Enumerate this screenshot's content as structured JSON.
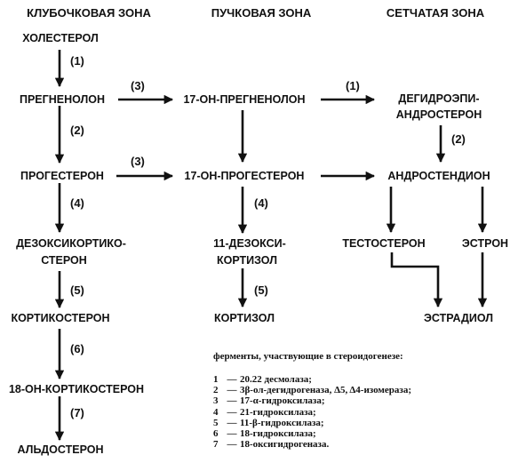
{
  "zones": {
    "glomerular": "КЛУБОЧКОВАЯ ЗОНА",
    "fascicular": "ПУЧКОВАЯ ЗОНА",
    "reticular": "СЕТЧАТАЯ ЗОНА"
  },
  "compounds": {
    "cholesterol": "ХОЛЕСТЕРОЛ",
    "pregnenolone": "ПРЕГНЕНОЛОН",
    "progesterone": "ПРОГЕСТЕРОН",
    "deoxycorticosterone_1": "ДЕЗОКСИКОРТИКО-",
    "deoxycorticosterone_2": "СТЕРОН",
    "corticosterone": "КОРТИКОСТЕРОН",
    "hydroxycorticosterone": "18-ОН-КОРТИКОСТЕРОН",
    "aldosterone": "АЛЬДОСТЕРОН",
    "oh_pregnenolone": "17-ОН-ПРЕГНЕНОЛОН",
    "oh_progesterone": "17-ОН-ПРОГЕСТЕРОН",
    "deoxycortisol_1": "11-ДЕЗОКСИ-",
    "deoxycortisol_2": "КОРТИЗОЛ",
    "cortisol": "КОРТИЗОЛ",
    "dhea_1": "ДЕГИДРОЭПИ-",
    "dhea_2": "АНДРОСТЕРОН",
    "androstenedione": "АНДРОСТЕНДИОН",
    "testosterone": "ТЕСТОСТЕРОН",
    "estrone": "ЭСТРОН",
    "estradiol": "ЭСТРАДИОЛ"
  },
  "step_labels": {
    "chol_to_preg": "(1)",
    "preg_to_prog": "(2)",
    "prog_to_doc": "(4)",
    "doc_to_cort": "(5)",
    "cort_to_18oh": "(6)",
    "oh18_to_aldo": "(7)",
    "preg_to_17ohpreg": "(3)",
    "prog_to_17ohprog": "(3)",
    "ohprog_to_deoxycortisol": "(4)",
    "deoxycortisol_to_cortisol": "(5)",
    "ohpreg_to_dhea": "(1)",
    "dhea_to_androstenedione": "(2)"
  },
  "legend": {
    "title": "ферменты, участвующие в стероидогенезе:",
    "items": [
      {
        "n": "1",
        "text": "20.22 десмолаза;"
      },
      {
        "n": "2",
        "text": "3β-ол-дегидрогеназа, Δ5, Δ4-изомераза;"
      },
      {
        "n": "3",
        "text": "17-α-гидроксилаза;"
      },
      {
        "n": "4",
        "text": "21-гидроксилаза;"
      },
      {
        "n": "5",
        "text": "11-β-гидроксилаза;"
      },
      {
        "n": "6",
        "text": "18-гидроксилаза;"
      },
      {
        "n": "7",
        "text": "18-оксигидрогеназа."
      }
    ]
  },
  "colors": {
    "ink": "#111111",
    "background": "#ffffff"
  }
}
